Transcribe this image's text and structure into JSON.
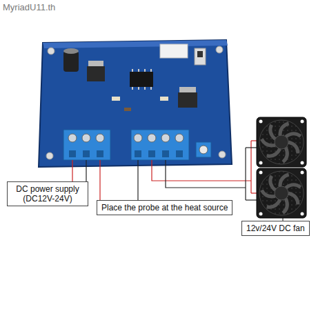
{
  "diagram": {
    "nodes": [
      {
        "text": [
          "DC power supply (DC12V-24V)"
        ]
      },
      {
        "text": [
          "Place the probe at the heat source"
        ]
      },
      {
        "text": [
          "12v/24V DC fan"
        ]
      }
    ],
    "edges": [],
    "labels": [
      "MyriadU11.th"
    ]
  }
}
